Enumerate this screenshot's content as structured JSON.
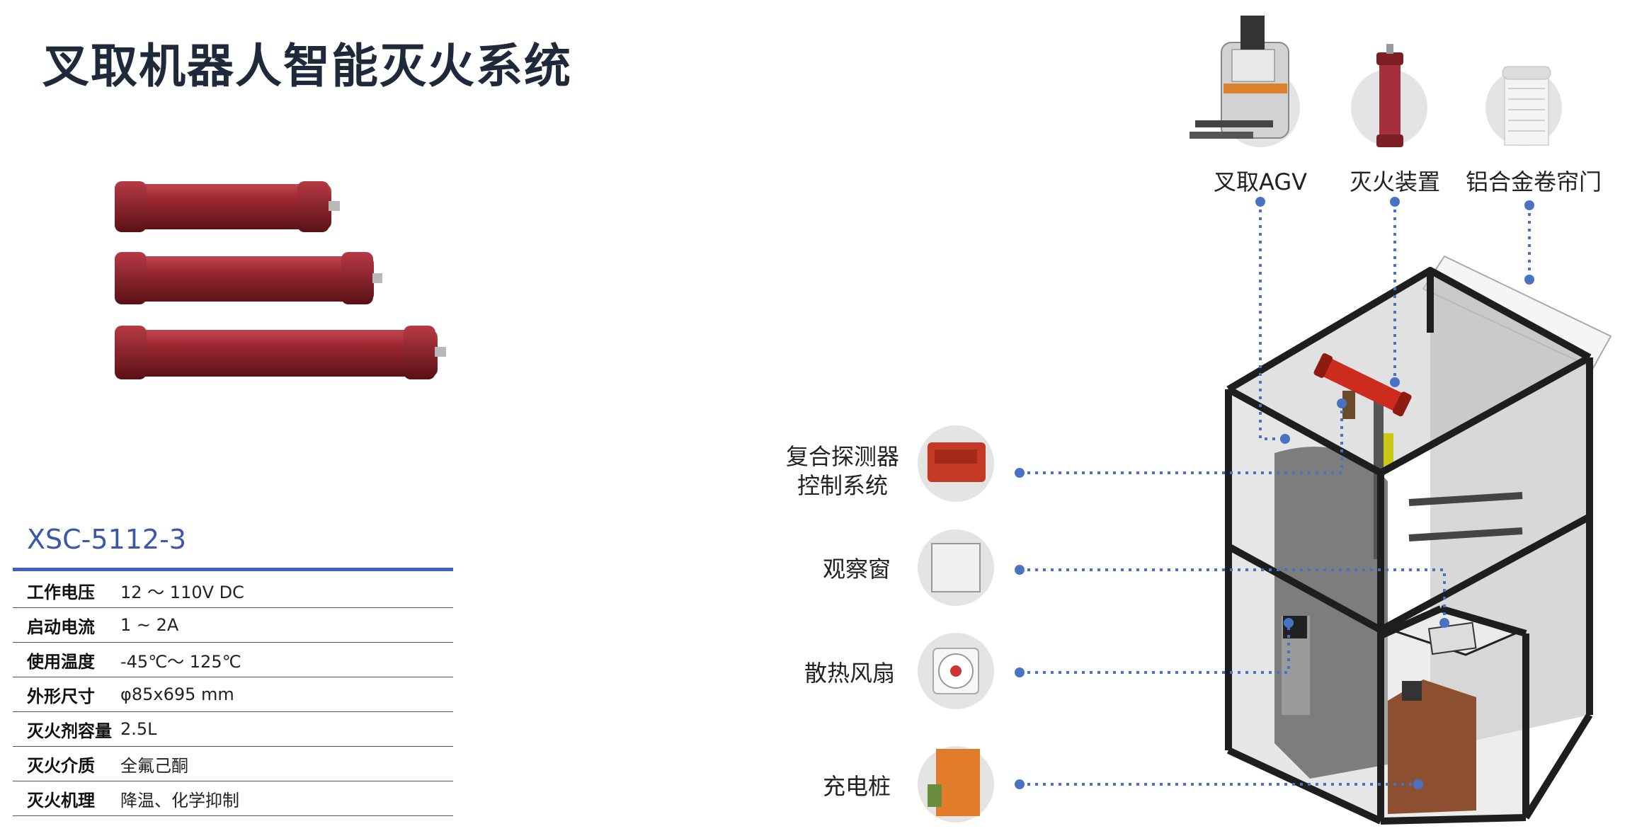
{
  "title": "叉取机器人智能灭火系统",
  "model": "XSC-5112-3",
  "specs": [
    {
      "label": "工作电压",
      "value": "12 ～ 110V DC"
    },
    {
      "label": "启动电流",
      "value": "1 ~ 2A"
    },
    {
      "label": "使用温度",
      "value": "-45℃～ 125℃"
    },
    {
      "label": "外形尺寸",
      "value": "φ85x695 mm"
    },
    {
      "label": "灭火剂容量",
      "value": "2.5L"
    },
    {
      "label": "灭火介质",
      "value": "全氟己酮"
    },
    {
      "label": "灭火机理",
      "value": "降温、化学抑制"
    }
  ],
  "top_components": [
    "叉取AGV",
    "灭火装置",
    "铝合金卷帘门"
  ],
  "side_components": [
    "复合探测器",
    "控制系统",
    "观察窗",
    "散热风扇",
    "充电桩"
  ],
  "colors": {
    "accent": "#3d63bd",
    "cylinder": "#a3303a",
    "leader_dot": "#4a72c4",
    "frame": "#1e1e1e"
  }
}
